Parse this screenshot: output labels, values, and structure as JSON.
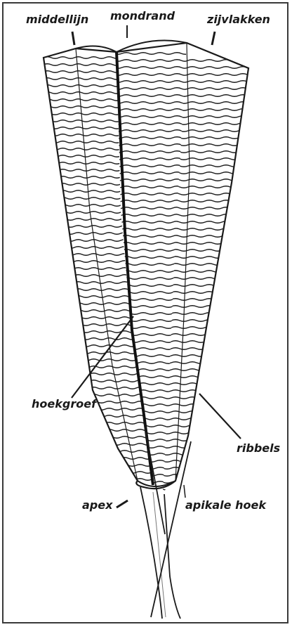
{
  "labels": {
    "middellijn": "middellijn",
    "mondrand": "mondrand",
    "zijvlakken": "zijvlakken",
    "hoekgroef": "hoekgroef",
    "ribbels": "ribbels",
    "apex": "apex",
    "apikale_hoek": "apikale hoek"
  },
  "colors": {
    "ink": "#1a1a1a",
    "paper": "#ffffff"
  }
}
